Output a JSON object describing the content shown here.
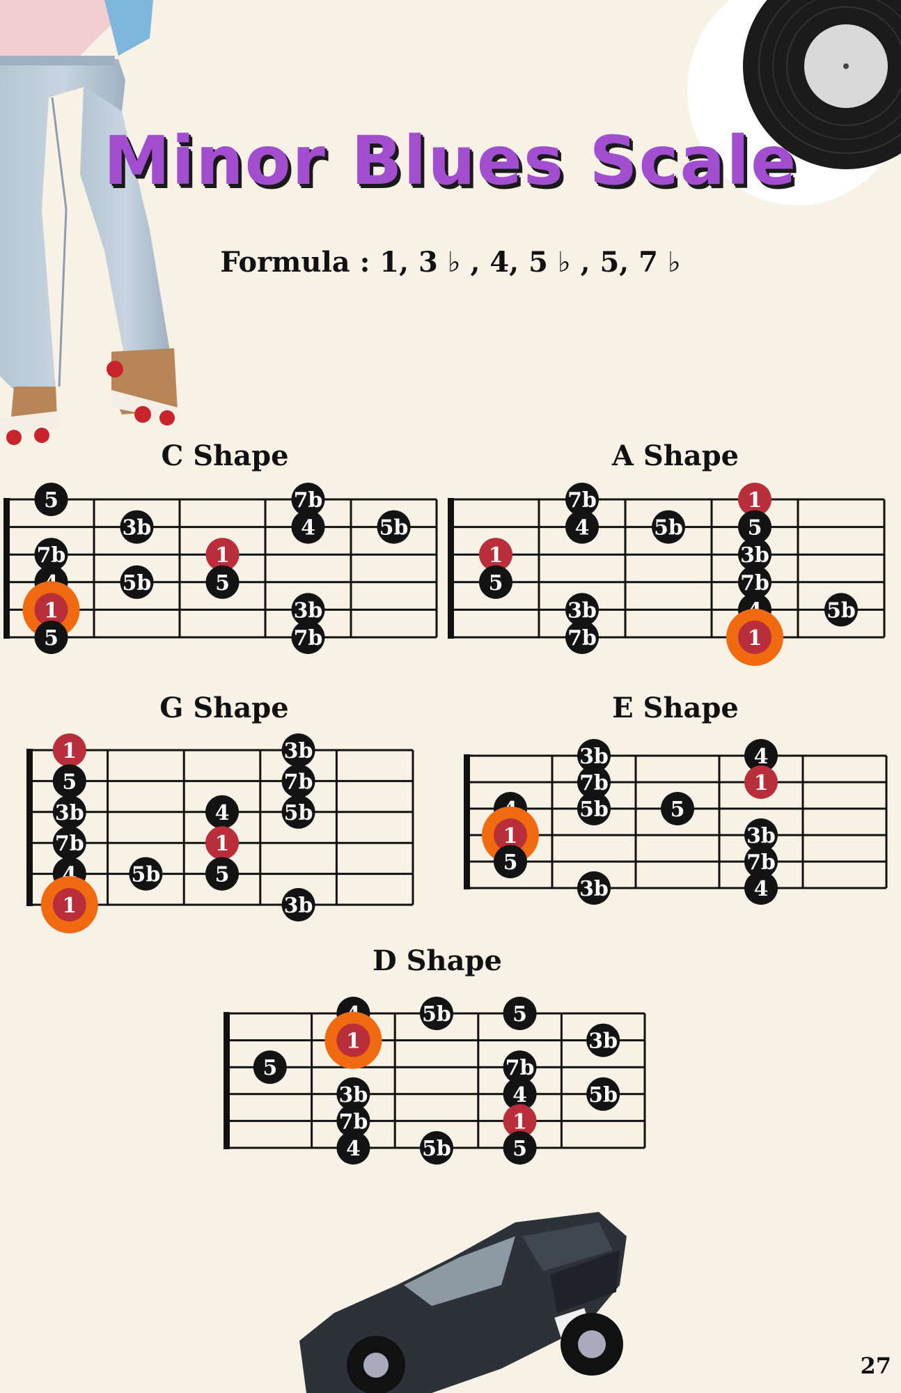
{
  "page": {
    "title": "Minor Blues Scale",
    "formula": "Formula : 1,  3 ♭ , 4,  5 ♭ ,  5,  7 ♭",
    "page_number": "27"
  },
  "colors": {
    "background": "#f8f2e6",
    "title_purple": "#a24fcf",
    "root_red": "#b92e38",
    "root_halo_orange": "#f26a0f",
    "note_black": "#131313"
  },
  "decorations": [
    "dancer-with-roller-skates-photo",
    "vinyl-record-photo",
    "vintage-muscle-car-photo"
  ],
  "shapes": [
    {
      "name": "C Shape",
      "notes": [
        {
          "label": "5",
          "fret": 0,
          "string": 1
        },
        {
          "label": "7b",
          "fret": 0,
          "string": 3
        },
        {
          "label": "4",
          "fret": 0,
          "string": 4
        },
        {
          "label": "1",
          "fret": 0,
          "string": 5,
          "root": true,
          "halo": true
        },
        {
          "label": "5",
          "fret": 0,
          "string": 6
        },
        {
          "label": "3b",
          "fret": 1,
          "string": 2
        },
        {
          "label": "5b",
          "fret": 1,
          "string": 4
        },
        {
          "label": "1",
          "fret": 2,
          "string": 3,
          "root": true
        },
        {
          "label": "5",
          "fret": 2,
          "string": 4
        },
        {
          "label": "7b",
          "fret": 3,
          "string": 1
        },
        {
          "label": "4",
          "fret": 3,
          "string": 2
        },
        {
          "label": "3b",
          "fret": 3,
          "string": 5
        },
        {
          "label": "7b",
          "fret": 3,
          "string": 6
        },
        {
          "label": "5b",
          "fret": 4,
          "string": 2
        }
      ]
    },
    {
      "name": "A Shape",
      "notes": [
        {
          "label": "1",
          "fret": 0,
          "string": 3,
          "root": true
        },
        {
          "label": "5",
          "fret": 0,
          "string": 4
        },
        {
          "label": "7b",
          "fret": 1,
          "string": 1
        },
        {
          "label": "4",
          "fret": 1,
          "string": 2
        },
        {
          "label": "3b",
          "fret": 1,
          "string": 5
        },
        {
          "label": "7b",
          "fret": 1,
          "string": 6
        },
        {
          "label": "5b",
          "fret": 2,
          "string": 2
        },
        {
          "label": "1",
          "fret": 3,
          "string": 1,
          "root": true
        },
        {
          "label": "5",
          "fret": 3,
          "string": 2
        },
        {
          "label": "3b",
          "fret": 3,
          "string": 3
        },
        {
          "label": "7b",
          "fret": 3,
          "string": 4
        },
        {
          "label": "4",
          "fret": 3,
          "string": 5
        },
        {
          "label": "1",
          "fret": 3,
          "string": 6,
          "root": true,
          "halo": true
        },
        {
          "label": "5b",
          "fret": 4,
          "string": 5
        }
      ]
    },
    {
      "name": "G Shape",
      "notes": [
        {
          "label": "1",
          "fret": 0,
          "string": 1,
          "root": true
        },
        {
          "label": "5",
          "fret": 0,
          "string": 2
        },
        {
          "label": "3b",
          "fret": 0,
          "string": 3
        },
        {
          "label": "7b",
          "fret": 0,
          "string": 4
        },
        {
          "label": "4",
          "fret": 0,
          "string": 5
        },
        {
          "label": "1",
          "fret": 0,
          "string": 6,
          "root": true,
          "halo": true
        },
        {
          "label": "5b",
          "fret": 1,
          "string": 5
        },
        {
          "label": "4",
          "fret": 2,
          "string": 3
        },
        {
          "label": "1",
          "fret": 2,
          "string": 4,
          "root": true
        },
        {
          "label": "5",
          "fret": 2,
          "string": 5
        },
        {
          "label": "3b",
          "fret": 3,
          "string": 1
        },
        {
          "label": "7b",
          "fret": 3,
          "string": 2
        },
        {
          "label": "5b",
          "fret": 3,
          "string": 3
        },
        {
          "label": "3b",
          "fret": 3,
          "string": 6
        }
      ]
    },
    {
      "name": "E Shape",
      "notes": [
        {
          "label": "4",
          "fret": 0,
          "string": 3
        },
        {
          "label": "1",
          "fret": 0,
          "string": 4,
          "root": true,
          "halo": true
        },
        {
          "label": "5",
          "fret": 0,
          "string": 5
        },
        {
          "label": "3b",
          "fret": 1,
          "string": 1
        },
        {
          "label": "7b",
          "fret": 1,
          "string": 2
        },
        {
          "label": "5b",
          "fret": 1,
          "string": 3
        },
        {
          "label": "3b",
          "fret": 1,
          "string": 6
        },
        {
          "label": "5",
          "fret": 2,
          "string": 3
        },
        {
          "label": "4",
          "fret": 3,
          "string": 1
        },
        {
          "label": "1",
          "fret": 3,
          "string": 2,
          "root": true
        },
        {
          "label": "3b",
          "fret": 3,
          "string": 4
        },
        {
          "label": "7b",
          "fret": 3,
          "string": 5
        },
        {
          "label": "4",
          "fret": 3,
          "string": 6
        }
      ]
    },
    {
      "name": "D Shape",
      "notes": [
        {
          "label": "5",
          "fret": 0,
          "string": 3
        },
        {
          "label": "4",
          "fret": 1,
          "string": 1
        },
        {
          "label": "1",
          "fret": 1,
          "string": 2,
          "root": true,
          "halo": true
        },
        {
          "label": "3b",
          "fret": 1,
          "string": 4
        },
        {
          "label": "7b",
          "fret": 1,
          "string": 5
        },
        {
          "label": "4",
          "fret": 1,
          "string": 6
        },
        {
          "label": "5b",
          "fret": 2,
          "string": 1
        },
        {
          "label": "5b",
          "fret": 2,
          "string": 6
        },
        {
          "label": "5",
          "fret": 3,
          "string": 1
        },
        {
          "label": "7b",
          "fret": 3,
          "string": 3
        },
        {
          "label": "4",
          "fret": 3,
          "string": 4
        },
        {
          "label": "1",
          "fret": 3,
          "string": 5,
          "root": true
        },
        {
          "label": "5",
          "fret": 3,
          "string": 6
        },
        {
          "label": "3b",
          "fret": 4,
          "string": 2
        },
        {
          "label": "5b",
          "fret": 4,
          "string": 4
        }
      ]
    }
  ]
}
